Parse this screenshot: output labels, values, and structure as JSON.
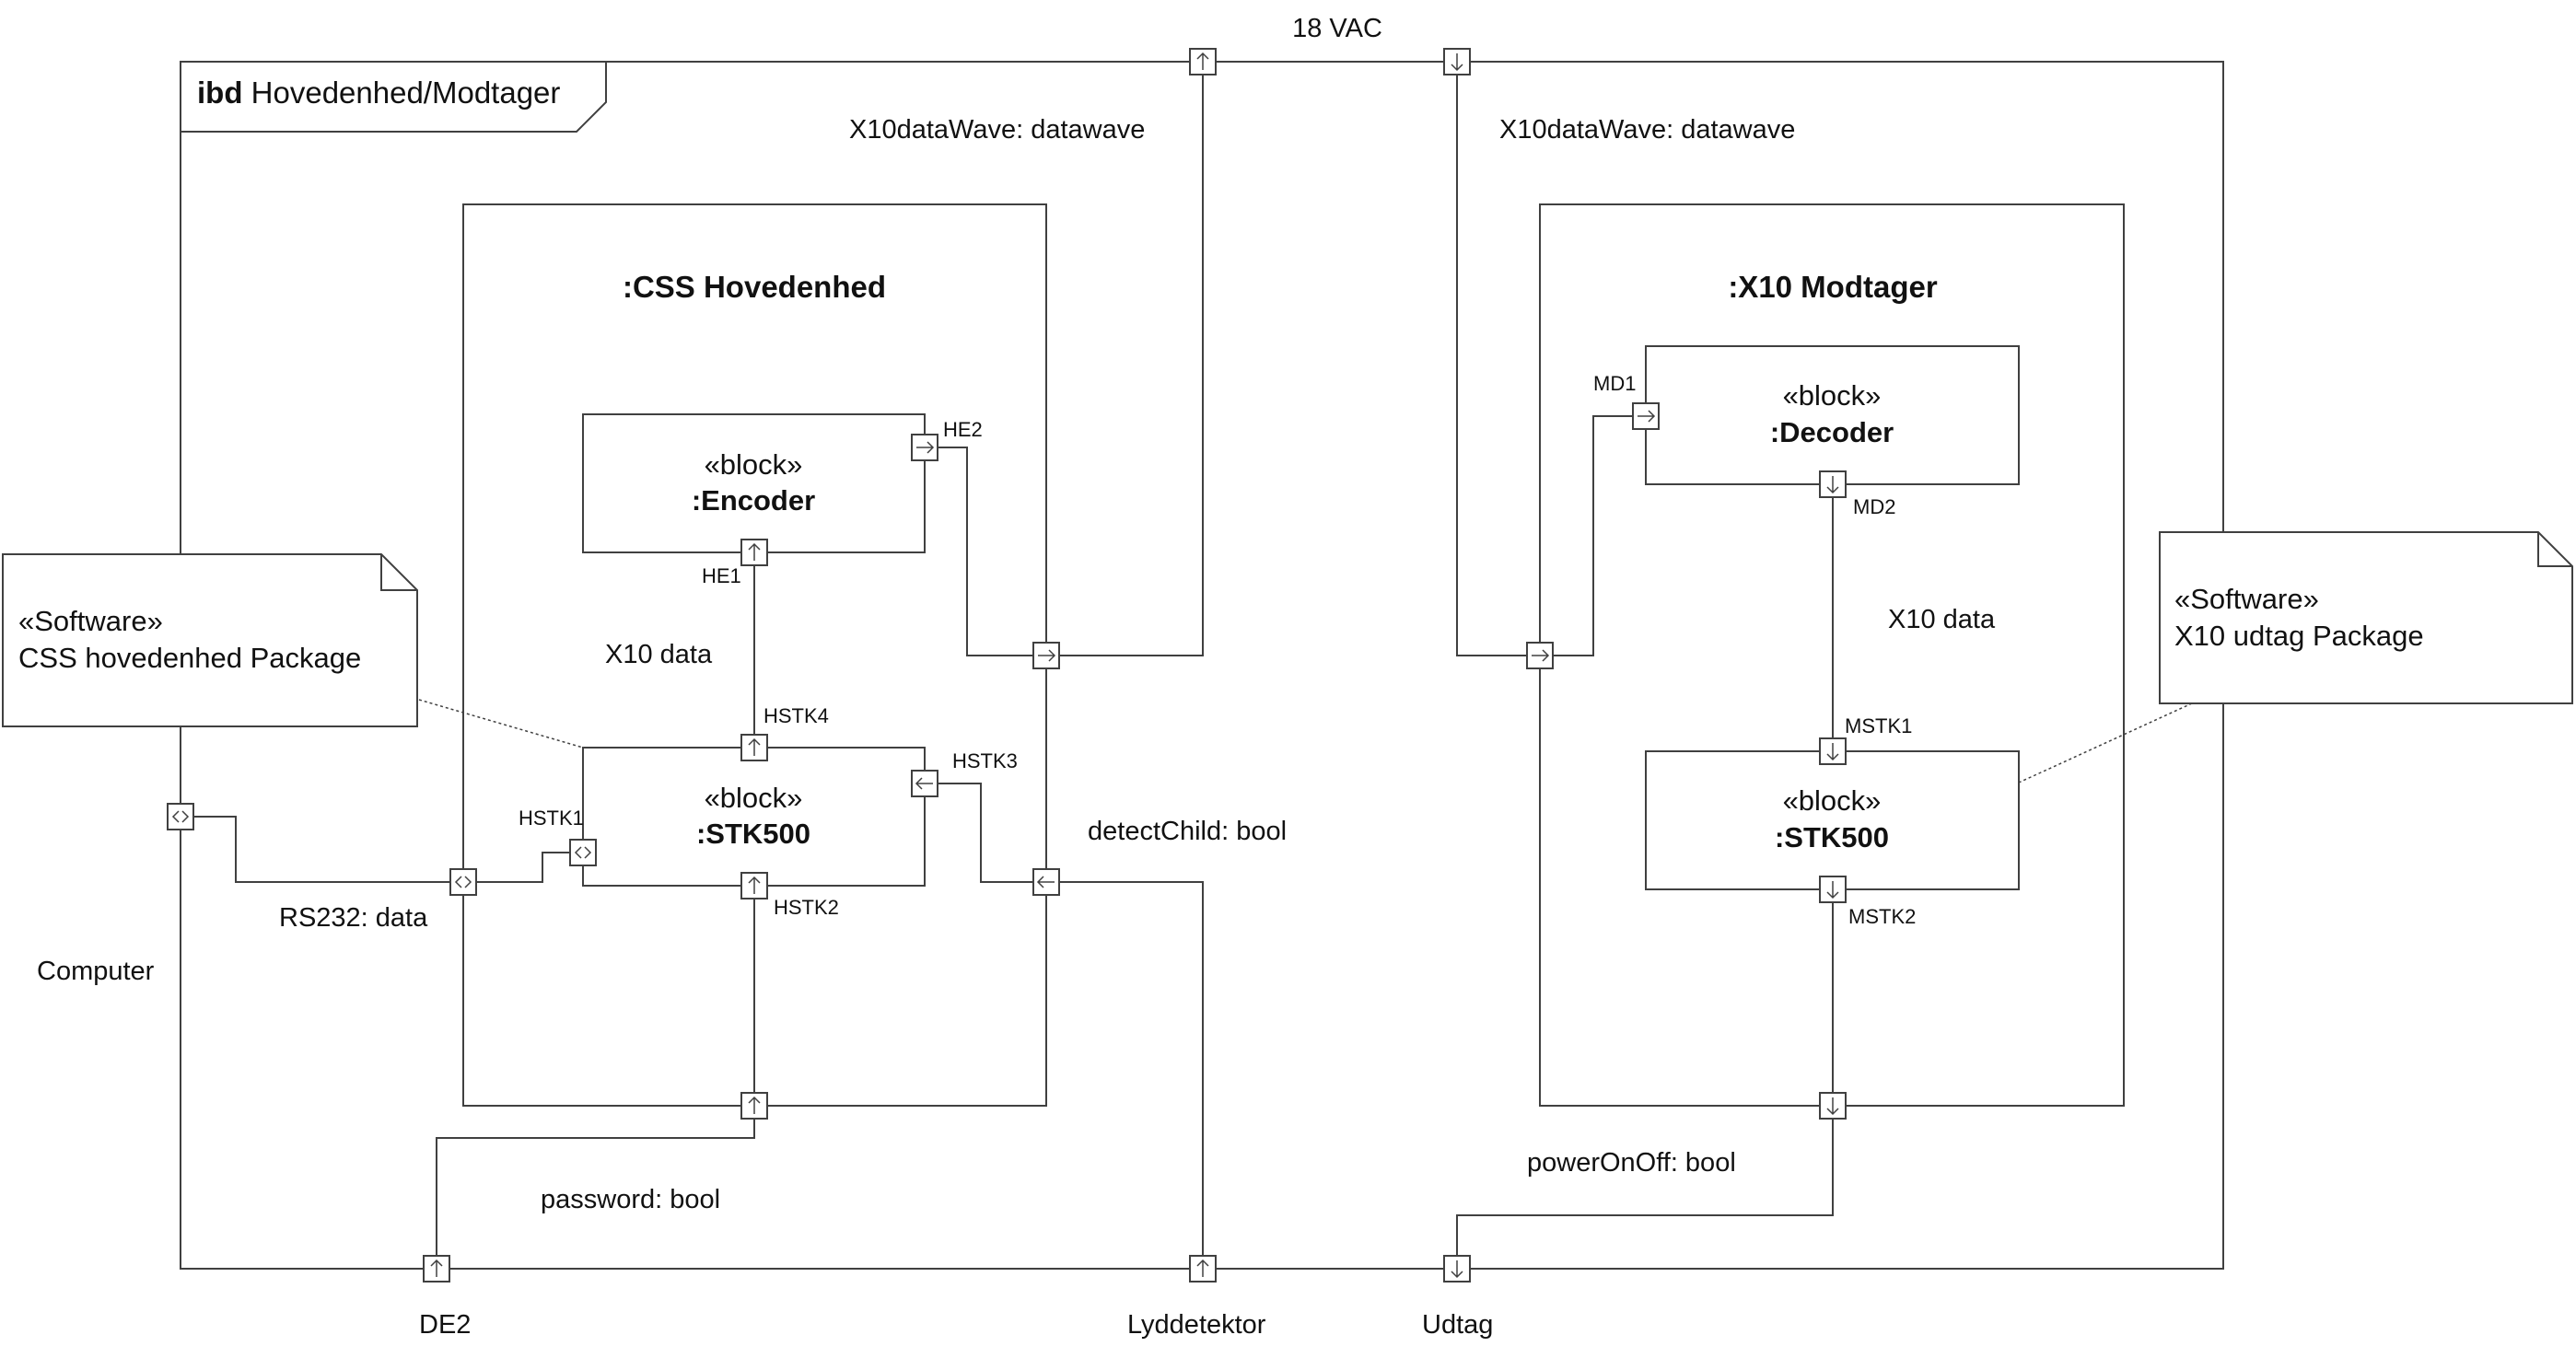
{
  "frame": {
    "keyword": "ibd",
    "name": "Hovedenhed/Modtager"
  },
  "parts": {
    "css_hovedenhed": {
      "name": ":CSS Hovedenhed"
    },
    "x10_modtager": {
      "name": ":X10 Modtager"
    }
  },
  "blocks": {
    "encoder": {
      "stereotype": "«block»",
      "name": ":Encoder"
    },
    "stk500_css": {
      "stereotype": "«block»",
      "name": ":STK500"
    },
    "decoder": {
      "stereotype": "«block»",
      "name": ":Decoder"
    },
    "stk500_x10": {
      "stereotype": "«block»",
      "name": ":STK500"
    }
  },
  "notes": {
    "css_software": {
      "line1": "«Software»",
      "line2": "CSS hovedenhed Package"
    },
    "x10_software": {
      "line1": "«Software»",
      "line2": "X10 udtag Package"
    }
  },
  "ports": {
    "he1": "HE1",
    "he2": "HE2",
    "hstk1": "HSTK1",
    "hstk2": "HSTK2",
    "hstk3": "HSTK3",
    "hstk4": "HSTK4",
    "md1": "MD1",
    "md2": "MD2",
    "mstk1": "MSTK1",
    "mstk2": "MSTK2"
  },
  "flows": {
    "power": "18 VAC",
    "datawave_left": "X10dataWave: datawave",
    "datawave_right": "X10dataWave: datawave",
    "x10data_left": "X10 data",
    "x10data_right": "X10 data",
    "rs232": "RS232: data",
    "detect_child": "detectChild: bool",
    "password": "password: bool",
    "power_on_off": "powerOnOff: bool"
  },
  "external": {
    "computer": "Computer",
    "de2": "DE2",
    "lyddetektor": "Lyddetektor",
    "udtag": "Udtag"
  },
  "colors": {
    "line": "#404040",
    "text": "#111111",
    "background": "#ffffff"
  }
}
